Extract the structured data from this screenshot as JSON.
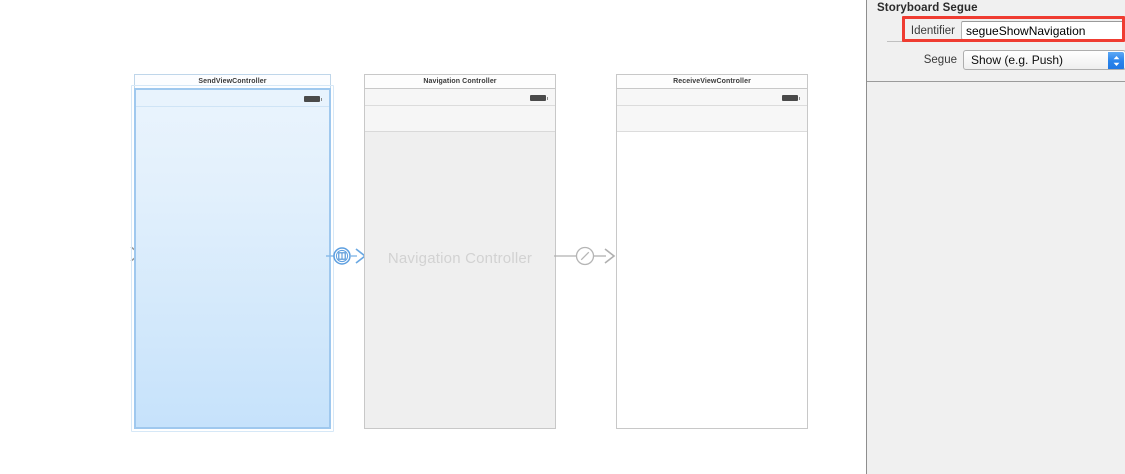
{
  "canvas": {
    "entry_point": {
      "name": "storyboard-entry-point"
    },
    "scenes": [
      {
        "id": "send",
        "title": "SendViewController",
        "selected": true,
        "placeholder": ""
      },
      {
        "id": "nav",
        "title": "Navigation Controller",
        "selected": false,
        "placeholder": "Navigation Controller"
      },
      {
        "id": "receive",
        "title": "ReceiveViewController",
        "selected": false,
        "placeholder": ""
      }
    ],
    "segues": [
      {
        "id": "segue-1",
        "selected": true,
        "glyph": "relationship-segue-icon"
      },
      {
        "id": "segue-2",
        "selected": false,
        "glyph": "show-segue-icon"
      }
    ]
  },
  "inspector": {
    "section_title": "Storyboard Segue",
    "identifier": {
      "label": "Identifier",
      "value": "segueShowNavigation",
      "placeholder": "",
      "highlighted": true
    },
    "segue": {
      "label": "Segue",
      "value": "Show (e.g. Push)"
    }
  },
  "colors": {
    "highlight_red": "#ef3c31",
    "selection_blue": "#9fc8ee",
    "popup_blue": "#2a84ec",
    "canvas_bg": "#ffffff",
    "inspector_bg": "#f0f0f0"
  }
}
